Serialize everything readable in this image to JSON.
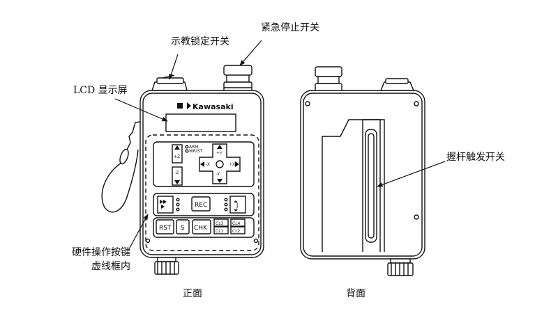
{
  "labels": {
    "teach_lock": "示教锁定开关",
    "emergency_stop": "紧急停止开关",
    "lcd": "LCD 显示屏",
    "grip_trigger": "握杆触发开关",
    "hardware_keys_line1": "硬件操作按键",
    "hardware_keys_line2": "虚线框内",
    "front": "正面",
    "back": "背面"
  },
  "device": {
    "brand": "Kawasaki",
    "mode_arm": "ARM",
    "mode_wrist": "WRIST",
    "rec": "REC",
    "rst": "RST",
    "s": "S",
    "chk": "CHK",
    "cl1": "CL1",
    "cl2": "CL2",
    "cl3": "CL3",
    "cl4": "CL4",
    "x_minus": "-X",
    "x_plus": "+X",
    "y_minus": "-Y",
    "y_plus": "+Y",
    "z_minus": "-Z",
    "z_plus": "+Z",
    "j": "J"
  }
}
